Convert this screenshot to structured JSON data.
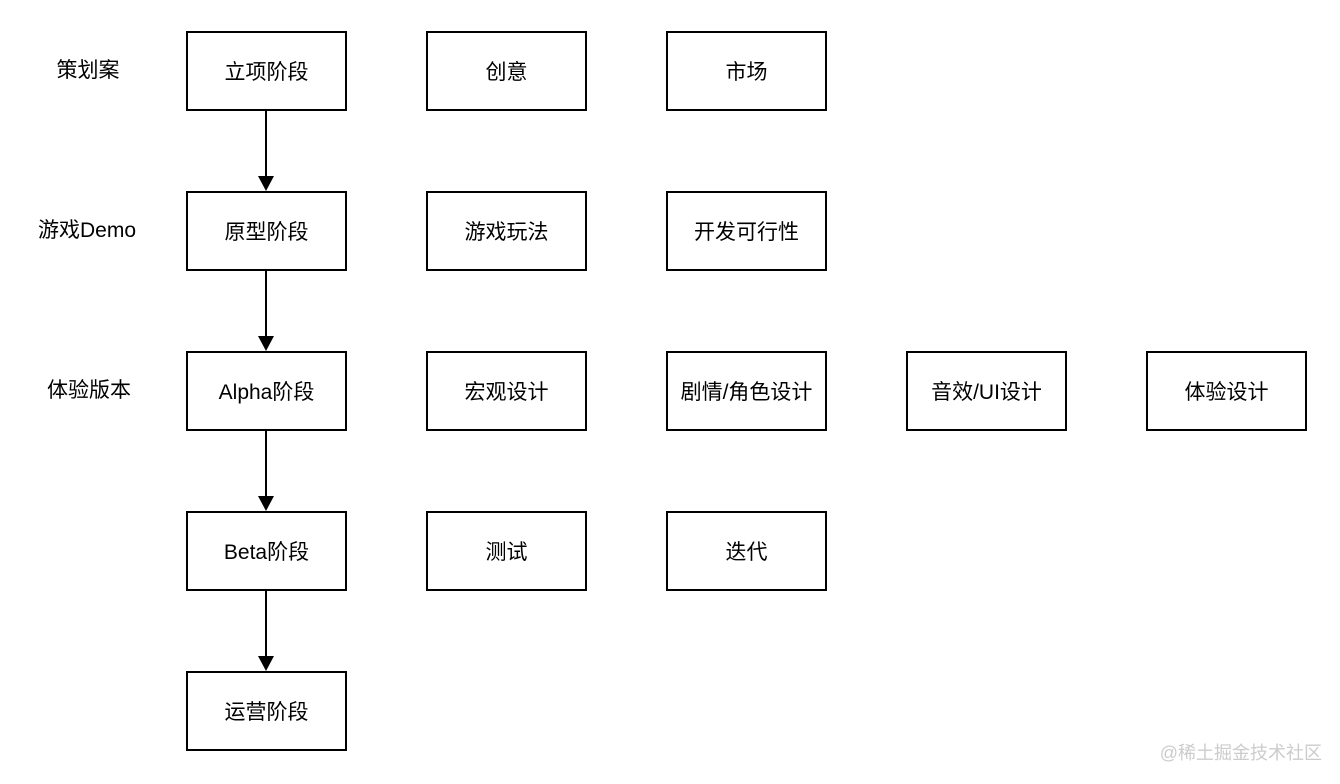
{
  "flowchart": {
    "rows": [
      {
        "label": "策划案",
        "stage": "立项阶段",
        "items": [
          "创意",
          "市场"
        ]
      },
      {
        "label": "游戏Demo",
        "stage": "原型阶段",
        "items": [
          "游戏玩法",
          "开发可行性"
        ]
      },
      {
        "label": "体验版本",
        "stage": "Alpha阶段",
        "items": [
          "宏观设计",
          "剧情/角色设计",
          "音效/UI设计",
          "体验设计"
        ]
      },
      {
        "stage": "Beta阶段",
        "items": [
          "测试",
          "迭代"
        ]
      },
      {
        "stage": "运营阶段",
        "items": []
      }
    ],
    "colors": {
      "border": "#000000",
      "text": "#000000",
      "background": "#ffffff",
      "watermark": "#cccccc"
    },
    "watermark": "@稀土掘金技术社区"
  }
}
